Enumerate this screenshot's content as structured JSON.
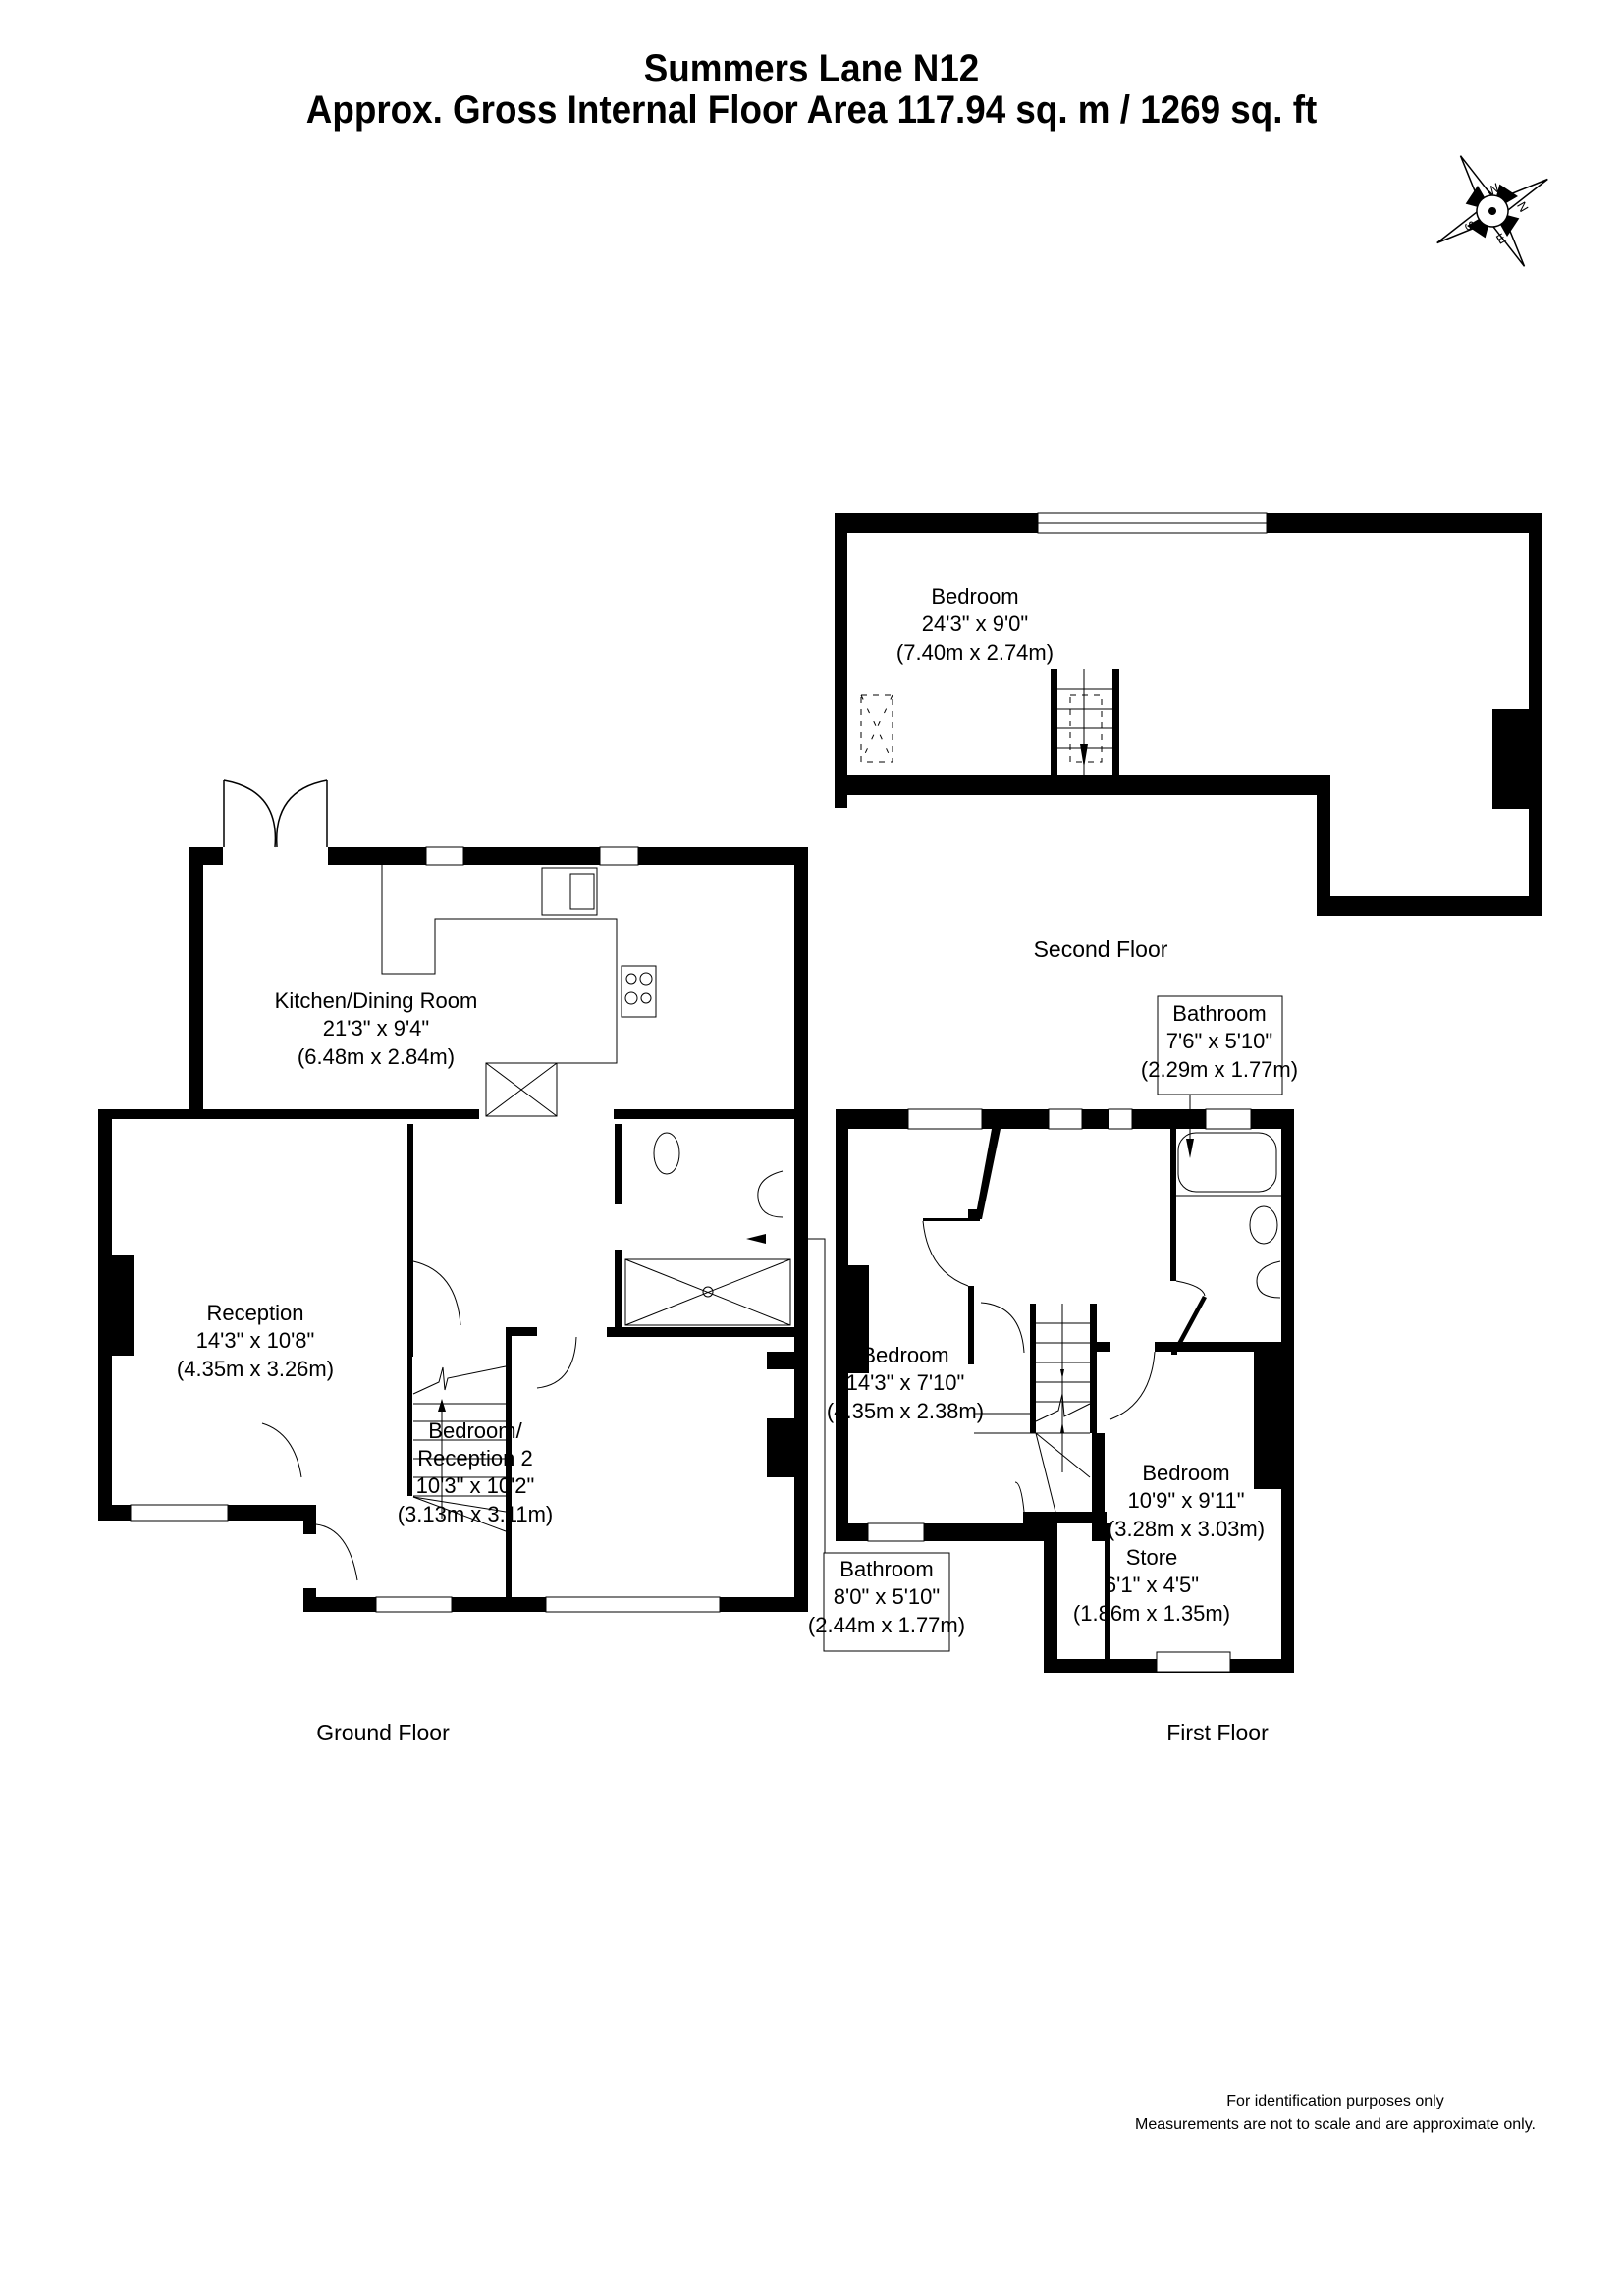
{
  "header": {
    "address": "Summers Lane N12",
    "area": "Approx. Gross Internal Floor Area 117.94 sq. m / 1269 sq. ft"
  },
  "compass": {
    "labels": [
      "N",
      "E",
      "S",
      "W"
    ],
    "icon": "compass-rose-icon"
  },
  "floors": {
    "second": {
      "label": "Second Floor",
      "rooms": [
        {
          "name": "Bedroom",
          "imperial": "24'3\" x 9'0\"",
          "metric": "(7.40m  x 2.74m)"
        }
      ]
    },
    "ground": {
      "label": "Ground Floor",
      "rooms": [
        {
          "name": "Kitchen/Dining Room",
          "imperial": "21'3\" x 9'4\"",
          "metric": "(6.48m  x 2.84m)"
        },
        {
          "name": "Reception",
          "imperial": "14'3\" x 10'8\"",
          "metric": "(4.35m  x 3.26m)"
        },
        {
          "name": "Bedroom/",
          "name2": "Reception 2",
          "imperial": "10'3\" x 10'2\"",
          "metric": "(3.13m  x 3.11m)"
        },
        {
          "name": "Bathroom",
          "imperial": "8'0\" x 5'10\"",
          "metric": "(2.44m x 1.77m)"
        }
      ]
    },
    "first": {
      "label": "First Floor",
      "rooms": [
        {
          "name": "Bathroom",
          "imperial": "7'6\" x 5'10\"",
          "metric": "(2.29m x 1.77m)"
        },
        {
          "name": "Bedroom",
          "imperial": "14'3\" x 7'10\"",
          "metric": "(4.35m  x 2.38m)"
        },
        {
          "name": "Bedroom",
          "imperial": "10'9\" x 9'11\"",
          "metric": "(3.28m  x 3.03m)"
        },
        {
          "name": "Store",
          "imperial": "6'1\" x 4'5\"",
          "metric": "(1.86m  x 1.35m)"
        }
      ]
    }
  },
  "disclaimer": {
    "line1": "For identification purposes only",
    "line2": "Measurements are not to scale and are approximate only."
  }
}
